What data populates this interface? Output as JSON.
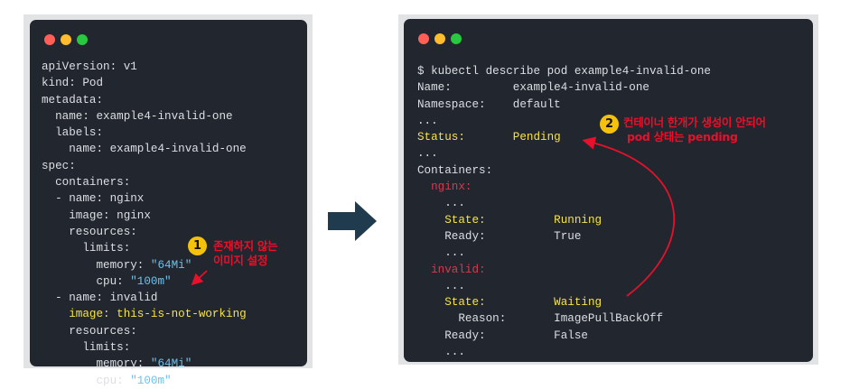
{
  "colors": {
    "terminal_bg": "#22262e",
    "text": "#dcdfe4",
    "string": "#6ec1ea",
    "highlight": "#f6e34a",
    "section": "#d9384f",
    "annotation": "#e8102b",
    "badge": "#f4c20d",
    "flow_arrow": "#1f3b4d"
  },
  "left_terminal": {
    "lines": [
      {
        "t": "apiVersion: v1"
      },
      {
        "t": "kind: Pod"
      },
      {
        "t": "metadata:"
      },
      {
        "t": "  name: example4-invalid-one"
      },
      {
        "t": "  labels:"
      },
      {
        "t": "    name: example4-invalid-one"
      },
      {
        "t": "spec:"
      },
      {
        "t": "  containers:"
      },
      {
        "t": "  - name: nginx"
      },
      {
        "t": "    image: nginx"
      },
      {
        "t": "    resources:"
      },
      {
        "t": "      limits:"
      },
      {
        "t": "        memory: ",
        "v": "\"64Mi\"",
        "vc": "str"
      },
      {
        "t": "        cpu: ",
        "v": "\"100m\"",
        "vc": "str"
      },
      {
        "t": "  - name: invalid"
      },
      {
        "t": "    image: this-is-not-working",
        "c": "hl"
      },
      {
        "t": "    resources:"
      },
      {
        "t": "      limits:"
      },
      {
        "t": "        memory: ",
        "v": "\"64Mi\"",
        "vc": "str"
      },
      {
        "t": "        cpu: ",
        "v": "\"100m\"",
        "vc": "str"
      }
    ]
  },
  "right_terminal": {
    "lines": [
      {
        "t": "$ kubectl describe pod example4-invalid-one"
      },
      {
        "t": "Name:         example4-invalid-one"
      },
      {
        "t": "Namespace:    default"
      },
      {
        "t": "..."
      },
      {
        "t": "Status:       Pending",
        "c": "hl"
      },
      {
        "t": "..."
      },
      {
        "t": "Containers:"
      },
      {
        "t": "  nginx:",
        "c": "red"
      },
      {
        "t": "    ..."
      },
      {
        "t": "    State:          ",
        "v": "Running",
        "c": "hl",
        "vc": "hl"
      },
      {
        "t": "    Ready:          True"
      },
      {
        "t": "    ..."
      },
      {
        "t": "  invalid:",
        "c": "red"
      },
      {
        "t": "    ..."
      },
      {
        "t": "    State:          ",
        "v": "Waiting",
        "c": "hl",
        "vc": "hl"
      },
      {
        "t": "      Reason:       ImagePullBackOff"
      },
      {
        "t": "    Ready:          False"
      },
      {
        "t": "    ..."
      }
    ]
  },
  "annotation1": {
    "number": "1",
    "lines": [
      "존재하지 않는",
      "이미지 설정"
    ]
  },
  "annotation2": {
    "number": "2",
    "lines": [
      "컨테이너 한개가 생성이 안되어",
      "pod 상태는 pending"
    ]
  }
}
